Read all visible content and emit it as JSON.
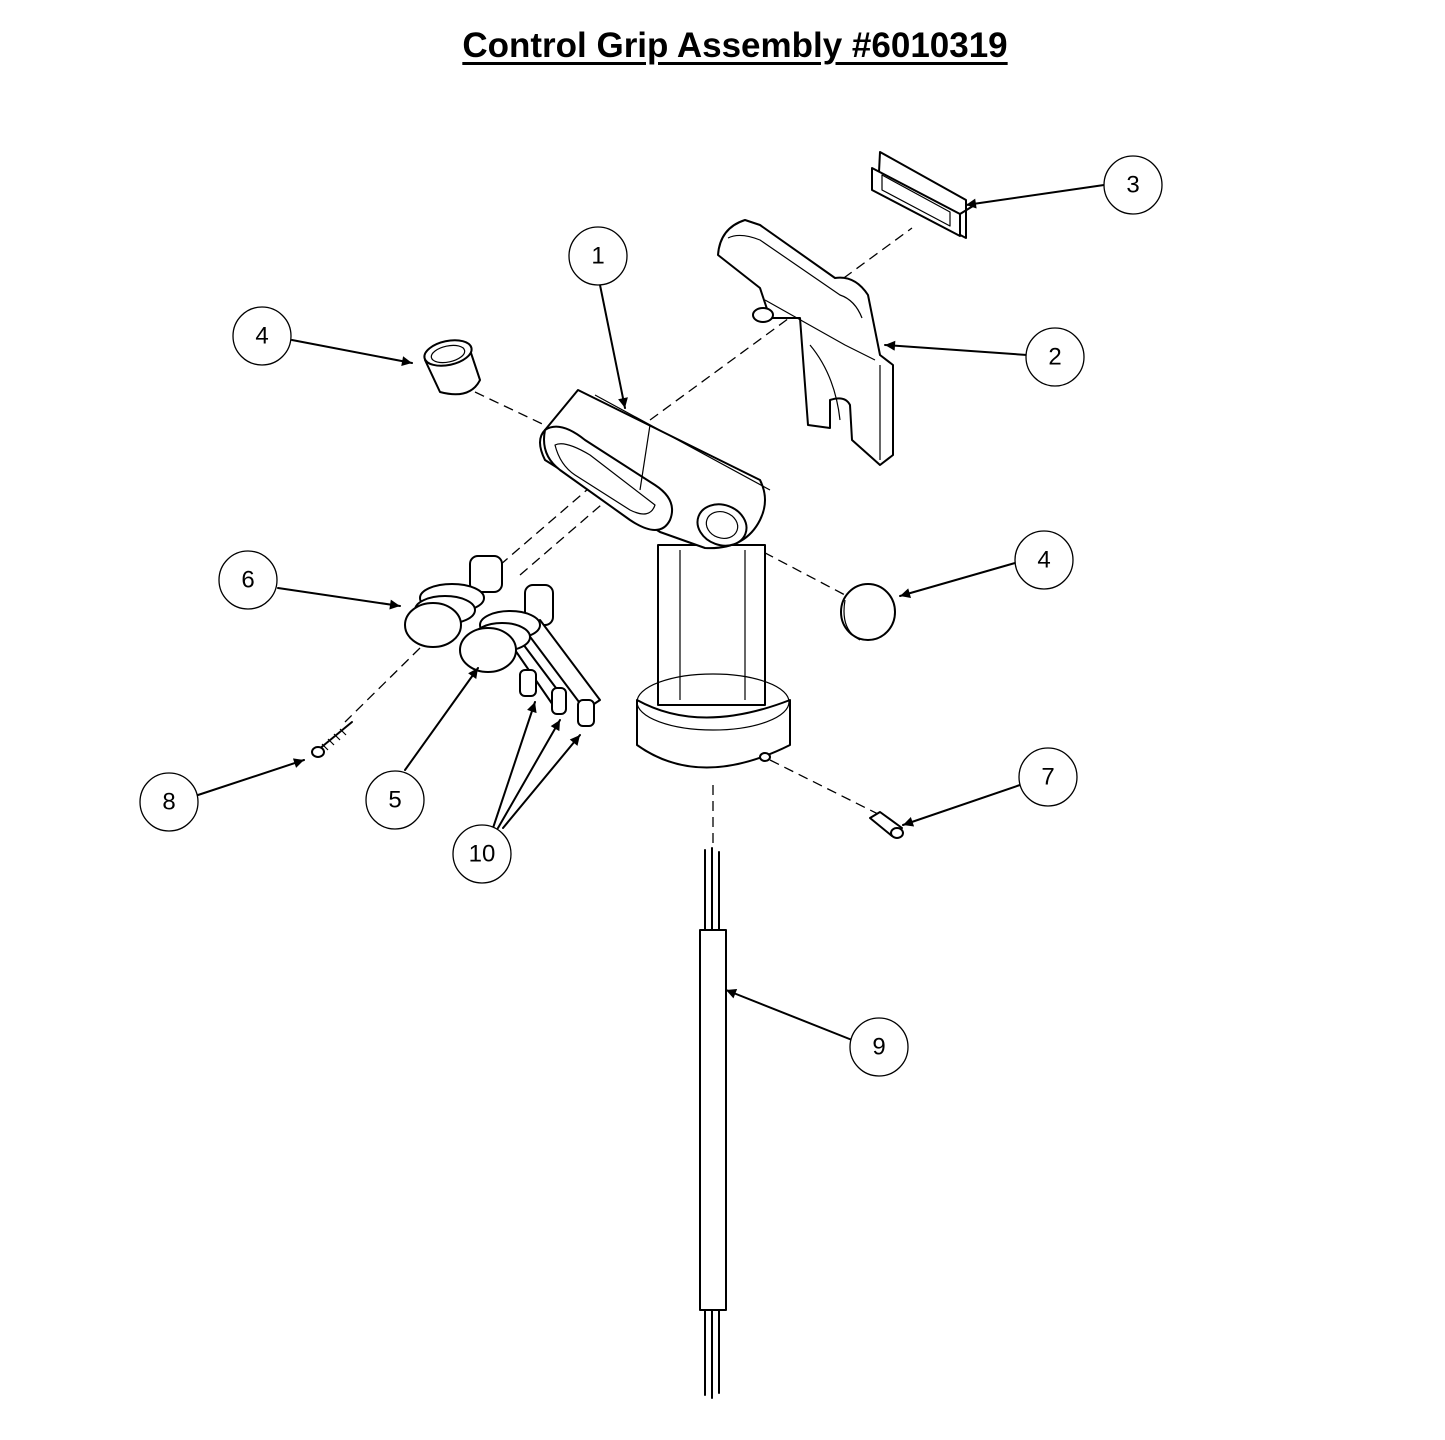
{
  "title": "Control Grip Assembly #6010319",
  "callouts": [
    {
      "id": "callout-1",
      "label": "1"
    },
    {
      "id": "callout-2",
      "label": "2"
    },
    {
      "id": "callout-3",
      "label": "3"
    },
    {
      "id": "callout-4a",
      "label": "4"
    },
    {
      "id": "callout-4b",
      "label": "4"
    },
    {
      "id": "callout-5",
      "label": "5"
    },
    {
      "id": "callout-6",
      "label": "6"
    },
    {
      "id": "callout-7",
      "label": "7"
    },
    {
      "id": "callout-8",
      "label": "8"
    },
    {
      "id": "callout-9",
      "label": "9"
    },
    {
      "id": "callout-10",
      "label": "10"
    }
  ]
}
